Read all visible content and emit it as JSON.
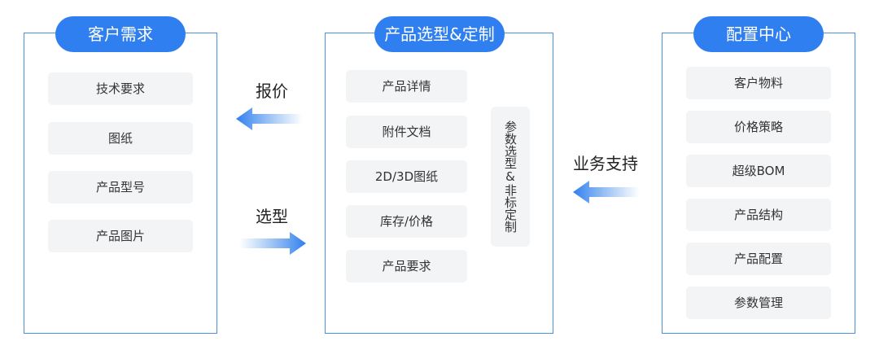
{
  "left_panel": {
    "title": "客户需求",
    "items": [
      "技术要求",
      "图纸",
      "产品型号",
      "产品图片"
    ]
  },
  "middle_panel": {
    "title": "产品选型&定制",
    "items": [
      "产品详情",
      "附件文档",
      "2D/3D图纸",
      "库存/价格",
      "产品要求"
    ],
    "side_label": "参数选型&非标定制"
  },
  "right_panel": {
    "title": "配置中心",
    "items": [
      "客户物料",
      "价格策略",
      "超级BOM",
      "产品结构",
      "产品配置",
      "参数管理"
    ]
  },
  "arrows": {
    "quote_label": "报价",
    "selection_label": "选型",
    "support_label": "业务支持"
  },
  "colors": {
    "accent": "#2f7ff0",
    "border": "#4a90e2",
    "item_bg": "#f3f4f6"
  }
}
